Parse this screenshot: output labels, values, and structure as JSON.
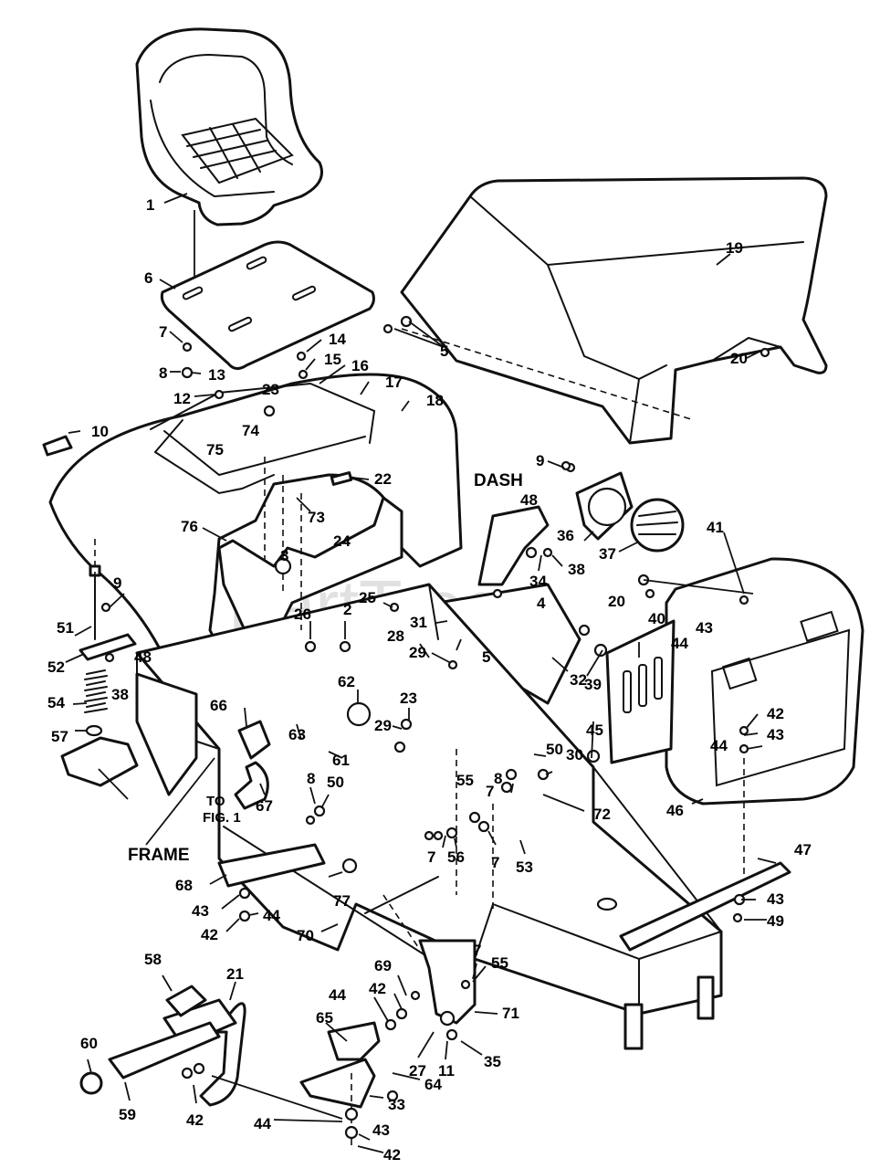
{
  "watermark": "PartTree",
  "captions": {
    "dash": "DASH",
    "frame": "FRAME",
    "to_fig": "TO",
    "to_fig_2": "FIG. 1"
  },
  "callouts": [
    {
      "id": "c1",
      "text": "1"
    },
    {
      "id": "c6",
      "text": "6"
    },
    {
      "id": "c7a",
      "text": "7"
    },
    {
      "id": "c8a",
      "text": "8"
    },
    {
      "id": "c13",
      "text": "13"
    },
    {
      "id": "c14",
      "text": "14"
    },
    {
      "id": "c15",
      "text": "15"
    },
    {
      "id": "c16",
      "text": "16"
    },
    {
      "id": "c17",
      "text": "17"
    },
    {
      "id": "c18",
      "text": "18"
    },
    {
      "id": "c12",
      "text": "12"
    },
    {
      "id": "c23a",
      "text": "23"
    },
    {
      "id": "c10",
      "text": "10"
    },
    {
      "id": "c74",
      "text": "74"
    },
    {
      "id": "c75",
      "text": "75"
    },
    {
      "id": "c22",
      "text": "22"
    },
    {
      "id": "c73",
      "text": "73"
    },
    {
      "id": "c76",
      "text": "76"
    },
    {
      "id": "c3",
      "text": "3"
    },
    {
      "id": "c24",
      "text": "24"
    },
    {
      "id": "c19",
      "text": "19"
    },
    {
      "id": "c20a",
      "text": "20"
    },
    {
      "id": "c5a",
      "text": "5"
    },
    {
      "id": "c9a",
      "text": "9"
    },
    {
      "id": "c48a",
      "text": "48"
    },
    {
      "id": "c36",
      "text": "36"
    },
    {
      "id": "c37",
      "text": "37"
    },
    {
      "id": "c38a",
      "text": "38"
    },
    {
      "id": "c34",
      "text": "34"
    },
    {
      "id": "c4",
      "text": "4"
    },
    {
      "id": "c41",
      "text": "41"
    },
    {
      "id": "c20b",
      "text": "20"
    },
    {
      "id": "c43a",
      "text": "43"
    },
    {
      "id": "c44a",
      "text": "44"
    },
    {
      "id": "c40",
      "text": "40"
    },
    {
      "id": "c39",
      "text": "39"
    },
    {
      "id": "c45",
      "text": "45"
    },
    {
      "id": "c42a",
      "text": "42"
    },
    {
      "id": "c44b",
      "text": "44"
    },
    {
      "id": "c43b",
      "text": "43"
    },
    {
      "id": "c46",
      "text": "46"
    },
    {
      "id": "c47",
      "text": "47"
    },
    {
      "id": "c43c",
      "text": "43"
    },
    {
      "id": "c49",
      "text": "49"
    },
    {
      "id": "c9b",
      "text": "9"
    },
    {
      "id": "c51",
      "text": "51"
    },
    {
      "id": "c52",
      "text": "52"
    },
    {
      "id": "c48b",
      "text": "48"
    },
    {
      "id": "c38b",
      "text": "38"
    },
    {
      "id": "c54",
      "text": "54"
    },
    {
      "id": "c57",
      "text": "57"
    },
    {
      "id": "c25",
      "text": "25"
    },
    {
      "id": "c26",
      "text": "26"
    },
    {
      "id": "c2",
      "text": "2"
    },
    {
      "id": "c28",
      "text": "28"
    },
    {
      "id": "c31",
      "text": "31"
    },
    {
      "id": "c5b",
      "text": "5"
    },
    {
      "id": "c29a",
      "text": "29"
    },
    {
      "id": "c32",
      "text": "32"
    },
    {
      "id": "c62",
      "text": "62"
    },
    {
      "id": "c29b",
      "text": "29"
    },
    {
      "id": "c23b",
      "text": "23"
    },
    {
      "id": "c30",
      "text": "30"
    },
    {
      "id": "c66",
      "text": "66"
    },
    {
      "id": "c63",
      "text": "63"
    },
    {
      "id": "c61",
      "text": "61"
    },
    {
      "id": "c50a",
      "text": "50"
    },
    {
      "id": "c67",
      "text": "67"
    },
    {
      "id": "c8b",
      "text": "8"
    },
    {
      "id": "c50b",
      "text": "50"
    },
    {
      "id": "c8c",
      "text": "8"
    },
    {
      "id": "c7b",
      "text": "7"
    },
    {
      "id": "c55a",
      "text": "55"
    },
    {
      "id": "c72",
      "text": "72"
    },
    {
      "id": "c7c",
      "text": "7"
    },
    {
      "id": "c56",
      "text": "56"
    },
    {
      "id": "c7d",
      "text": "7"
    },
    {
      "id": "c53",
      "text": "53"
    },
    {
      "id": "c68",
      "text": "68"
    },
    {
      "id": "c77",
      "text": "77"
    },
    {
      "id": "c43d",
      "text": "43"
    },
    {
      "id": "c44c",
      "text": "44"
    },
    {
      "id": "c42b",
      "text": "42"
    },
    {
      "id": "c70",
      "text": "70"
    },
    {
      "id": "c58",
      "text": "58"
    },
    {
      "id": "c21",
      "text": "21"
    },
    {
      "id": "c69",
      "text": "69"
    },
    {
      "id": "c7e",
      "text": "7"
    },
    {
      "id": "c55b",
      "text": "55"
    },
    {
      "id": "c44d",
      "text": "44"
    },
    {
      "id": "c42c",
      "text": "42"
    },
    {
      "id": "c71",
      "text": "71"
    },
    {
      "id": "c65",
      "text": "65"
    },
    {
      "id": "c27",
      "text": "27"
    },
    {
      "id": "c11",
      "text": "11"
    },
    {
      "id": "c35",
      "text": "35"
    },
    {
      "id": "c60",
      "text": "60"
    },
    {
      "id": "c59",
      "text": "59"
    },
    {
      "id": "c64",
      "text": "64"
    },
    {
      "id": "c33",
      "text": "33"
    },
    {
      "id": "c42d",
      "text": "42"
    },
    {
      "id": "c44e",
      "text": "44"
    },
    {
      "id": "c43e",
      "text": "43"
    },
    {
      "id": "c42e",
      "text": "42"
    }
  ]
}
